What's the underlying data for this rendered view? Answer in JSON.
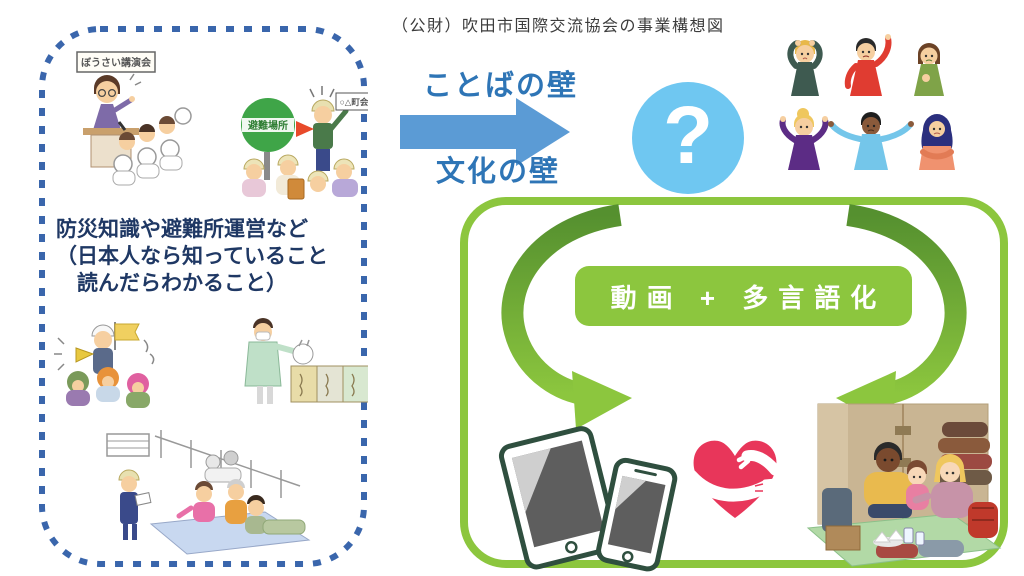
{
  "title": {
    "text": "（公財）吹田市国際交流協会の事業構想図"
  },
  "left_panel": {
    "caption_lines": [
      "防災知識や避難所運営など",
      "（日本人なら知っていること",
      "　読んだらわかること）"
    ],
    "lecture_sign": "ぼうさい講演会",
    "evacuation_sign": "避難場所",
    "town_sign": "○△町会"
  },
  "barrier": {
    "top_label": "ことばの壁",
    "bottom_label": "文化の壁"
  },
  "question": {
    "mark": "?"
  },
  "solution": {
    "label": "動画 + 多言語化"
  },
  "icons": {
    "question-icon": "?",
    "right-arrow-icon": "thick blue right arrow",
    "cycle-arrows-icon": "two green curved cycle arrows",
    "tablet-phone-icon": "tablet and smartphone",
    "heart-hands-icon": "heart hugged by hands",
    "confused-people-icon": "six puzzled foreign residents",
    "family-shelter-icon": "family at evacuation shelter"
  },
  "colors": {
    "barrier_text_blue": "#2e75b6",
    "arrow_blue": "#5b9bd5",
    "question_circle_blue": "#6fc7f1",
    "panel_dash_blue": "#3a66ac",
    "caption_navy": "#1f3864",
    "cycle_green": "#8cc63e",
    "cycle_green_dark": "#55902f",
    "heart_red": "#e8365a"
  }
}
